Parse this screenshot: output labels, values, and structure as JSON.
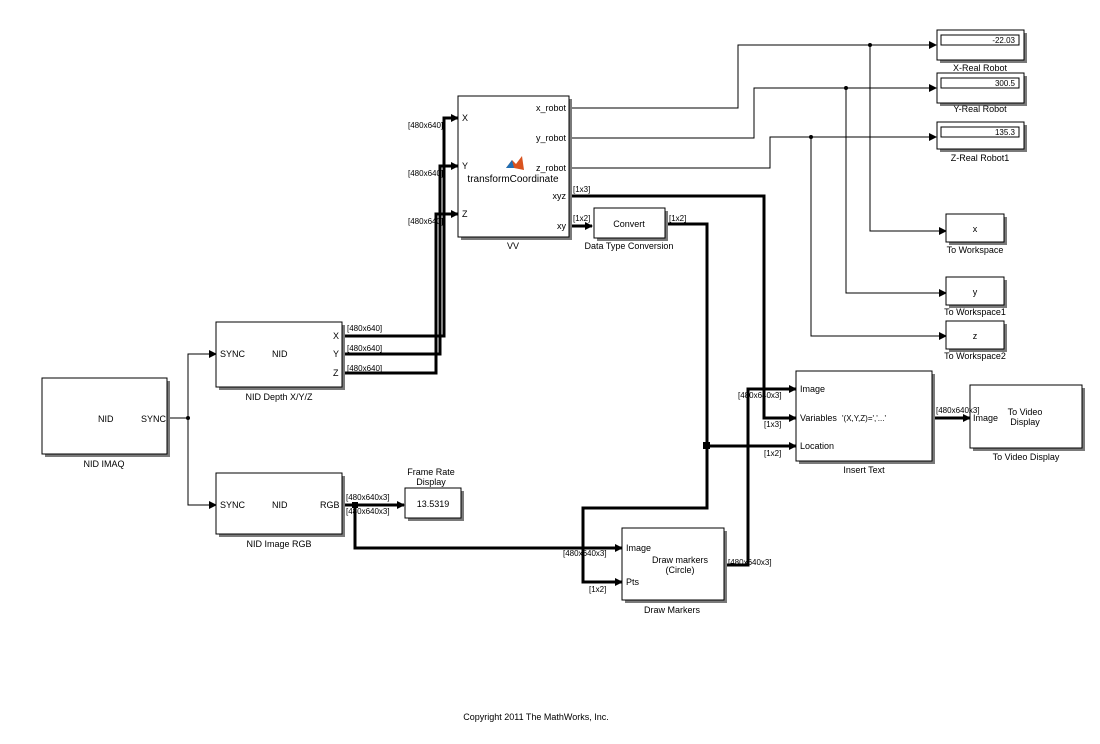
{
  "blocks": {
    "nid_imaq": {
      "caption": "NID IMAQ",
      "center": "NID",
      "out_port": "SYNC"
    },
    "nid_depth": {
      "caption": "NID Depth X/Y/Z",
      "in_port": "SYNC",
      "center": "NID",
      "out_x": "X",
      "out_y": "Y",
      "out_z": "Z"
    },
    "nid_rgb": {
      "caption": "NID Image RGB",
      "in_port": "SYNC",
      "center": "NID",
      "out_port": "RGB"
    },
    "vv": {
      "caption": "VV",
      "center": "transformCoordinate",
      "in_x": "X",
      "in_y": "Y",
      "in_z": "Z",
      "out_x": "x_robot",
      "out_y": "y_robot",
      "out_z": "z_robot",
      "out_xyz": "xyz",
      "out_xy": "xy"
    },
    "convert": {
      "caption": "Data Type Conversion",
      "center": "Convert"
    },
    "frame_rate": {
      "caption_line1": "Frame Rate",
      "caption_line2": "Display",
      "value": "13.5319"
    },
    "x_display": {
      "caption": "X-Real Robot",
      "value": "-22.03"
    },
    "y_display": {
      "caption": "Y-Real Robot",
      "value": "300.5"
    },
    "z_display": {
      "caption": "Z-Real Robot1",
      "value": "135.3"
    },
    "ws_x": {
      "caption": "To Workspace",
      "center": "x"
    },
    "ws_y": {
      "caption": "To Workspace1",
      "center": "y"
    },
    "ws_z": {
      "caption": "To Workspace2",
      "center": "z"
    },
    "insert_text": {
      "caption": "Insert Text",
      "in_image": "Image",
      "in_variables": "Variables",
      "in_location": "Location",
      "format": "'(X,Y,Z)=','...'"
    },
    "draw_markers": {
      "caption": "Draw Markers",
      "in_image": "Image",
      "in_pts": "Pts",
      "line1": "Draw markers",
      "line2": "(Circle)"
    },
    "video_display": {
      "caption": "To Video Display",
      "in_port": "Image",
      "line1": "To Video",
      "line2": "Display"
    }
  },
  "signals": {
    "dim_480x640": "[480x640]",
    "dim_480x640x3": "[480x640x3]",
    "dim_1x3": "[1x3]",
    "dim_1x2": "[1x2]"
  },
  "copyright": "Copyright 2011 The MathWorks, Inc."
}
